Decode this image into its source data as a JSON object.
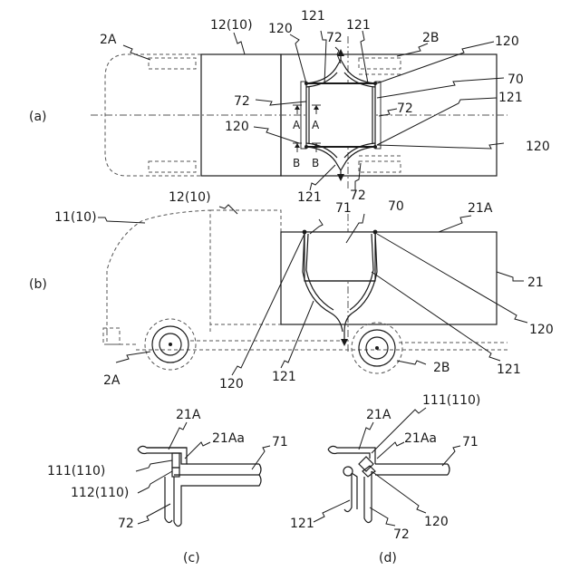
{
  "panels": {
    "a": "(a)",
    "b": "(b)",
    "c": "(c)",
    "d": "(d)"
  },
  "labels_a": {
    "wheel_front": "2A",
    "wheel_rear": "2B",
    "cab_box": "12(10)",
    "r120_tl": "120",
    "r121_tl": "121",
    "r72_top": "72",
    "r121_tr": "121",
    "r120_tr": "120",
    "r70": "70",
    "r121_r": "121",
    "r72_left": "72",
    "r72_right": "72",
    "r120_left": "120",
    "r120_right": "120",
    "r121_bot": "121",
    "r72_bot": "72",
    "sec_a1": "A",
    "sec_a2": "A",
    "sec_b1": "B",
    "sec_b2": "B"
  },
  "labels_b": {
    "cab": "11(10)",
    "cab_box": "12(10)",
    "r71": "71",
    "r70": "70",
    "r21A": "21A",
    "r21": "21",
    "r120_right": "120",
    "r121_right": "121",
    "wheel_front": "2A",
    "wheel_rear": "2B",
    "r120_left": "120",
    "r121_left": "121"
  },
  "labels_c": {
    "r21A": "21A",
    "r21Aa": "21Aa",
    "r71": "71",
    "r111": "111(110)",
    "r112": "112(110)",
    "r72": "72"
  },
  "labels_d": {
    "r21A": "21A",
    "r111": "111(110)",
    "r21Aa": "21Aa",
    "r71": "71",
    "r121": "121",
    "r72": "72",
    "r120": "120"
  }
}
